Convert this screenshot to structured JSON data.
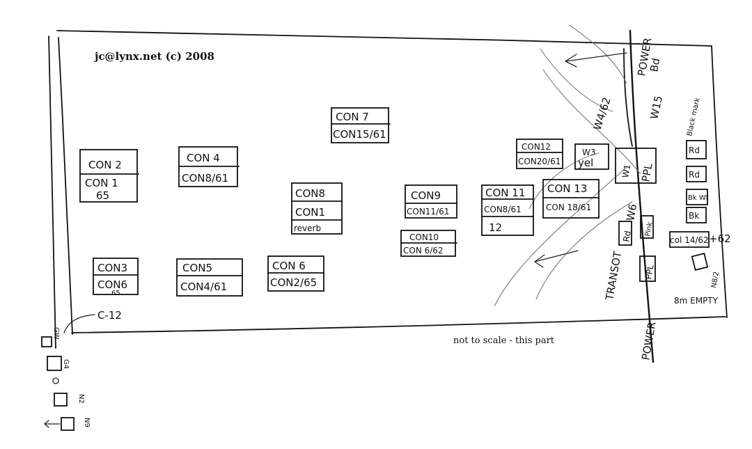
{
  "header": {
    "credit": "jc@lynx.net (c) 2008"
  },
  "footer": {
    "note": "not to scale - this part"
  },
  "consoles": [
    {
      "id": "con2",
      "top": "CON 2",
      "bottom": "CON 1",
      "extra": "65"
    },
    {
      "id": "con4",
      "top": "CON 4",
      "bottom": "CON8/61"
    },
    {
      "id": "con7",
      "top": "CON 7",
      "bottom": "CON15/61"
    },
    {
      "id": "con8",
      "top": "CON8",
      "bottom": "CON1",
      "extra": "reverb"
    },
    {
      "id": "con9",
      "top": "CON9",
      "bottom": "CON11/61"
    },
    {
      "id": "con10",
      "top": "CON10",
      "bottom": "CON 6/62"
    },
    {
      "id": "con11",
      "top": "CON 11",
      "bottom": "CON8/61",
      "extra": "12"
    },
    {
      "id": "con12",
      "top": "CON12",
      "bottom": "CON20/61"
    },
    {
      "id": "con13",
      "top": "CON 13",
      "bottom": "CON 18/61"
    },
    {
      "id": "con3",
      "top": "CON3",
      "bottom": "CON6",
      "extra": "65"
    },
    {
      "id": "con5",
      "top": "CON5",
      "bottom": "CON4/61"
    },
    {
      "id": "con6",
      "top": "CON 6",
      "bottom": "CON2/65"
    }
  ],
  "labels": {
    "w3": "W3",
    "yel": "yel",
    "w4_62": "W4/62",
    "power_top": "POWER",
    "bd": "Bd",
    "w15": "W15",
    "black_mark": "Black mark",
    "rd_1": "Rd",
    "rd_2": "Rd",
    "bk_wt": "Bk Wt",
    "bk_2": "Bk",
    "w1": "W1",
    "ppl_top": "PPL",
    "w6": "W6",
    "rd_3": "Rd",
    "pink": "Pink",
    "ppl_bottom": "PPL",
    "col14": "col 14/62",
    "plus62": "+62",
    "transot": "TRANSOT",
    "power_bottom": "POWER",
    "empty_8m": "8m EMPTY",
    "n8_2": "N8/2",
    "c12": "C-12",
    "gw": "GW",
    "g4": "G4",
    "n2": "N2",
    "n9": "N9"
  },
  "colors": {
    "ink": "#111111",
    "pencil": "#777777",
    "paper": "#ffffff"
  }
}
